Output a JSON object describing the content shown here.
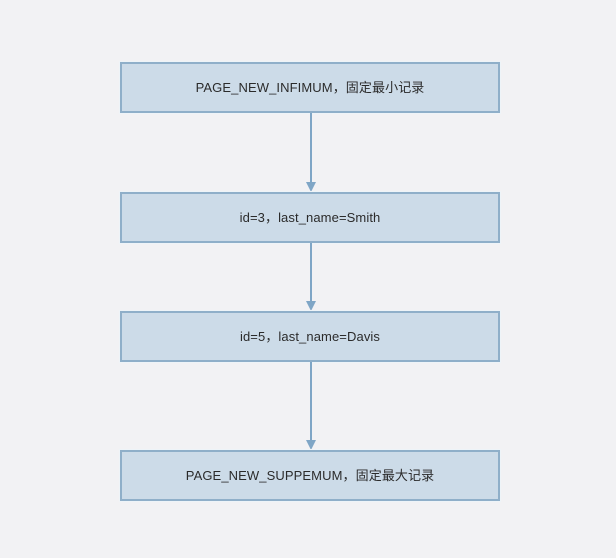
{
  "diagram": {
    "type": "flowchart-vertical",
    "background_color": "#f2f2f4",
    "node_fill_color": "#ccdbe8",
    "node_border_color": "#8fafc9",
    "connector_color": "#7fa6c6",
    "text_color": "#2b2b2b",
    "nodes": [
      {
        "id": "infimum",
        "label": "PAGE_NEW_INFIMUM，固定最小记录"
      },
      {
        "id": "record-1",
        "label": "id=3，last_name=Smith"
      },
      {
        "id": "record-2",
        "label": "id=5，last_name=Davis"
      },
      {
        "id": "supremum",
        "label": "PAGE_NEW_SUPPEMUM，固定最大记录"
      }
    ],
    "connectors": [
      {
        "id": "arrow-1",
        "from": "infimum",
        "to": "record-1",
        "direction": "down"
      },
      {
        "id": "arrow-2",
        "from": "record-1",
        "to": "record-2",
        "direction": "down"
      },
      {
        "id": "arrow-3",
        "from": "record-2",
        "to": "supremum",
        "direction": "down"
      }
    ]
  }
}
